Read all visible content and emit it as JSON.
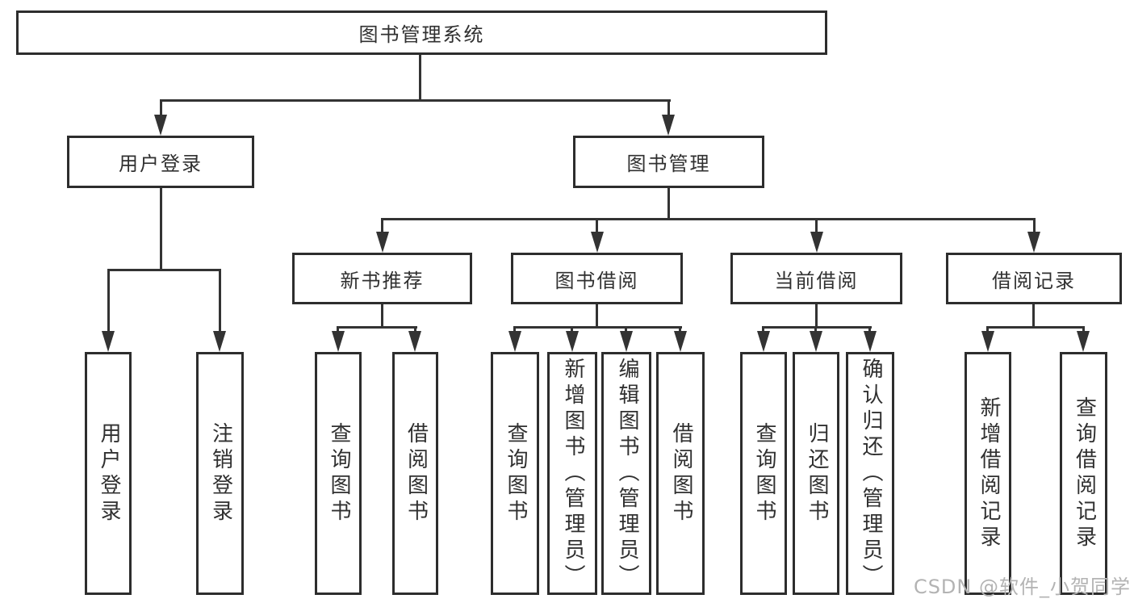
{
  "tree": {
    "label": "图书管理系统",
    "children": [
      {
        "label": "用户登录",
        "children": [
          {
            "label": "用户登录"
          },
          {
            "label": "注销登录"
          }
        ]
      },
      {
        "label": "图书管理",
        "children": [
          {
            "label": "新书推荐",
            "children": [
              {
                "label": "查询图书"
              },
              {
                "label": "借阅图书"
              }
            ]
          },
          {
            "label": "图书借阅",
            "children": [
              {
                "label": "查询图书"
              },
              {
                "label": "新增图书（管理员）"
              },
              {
                "label": "编辑图书（管理员）"
              },
              {
                "label": "借阅图书"
              }
            ]
          },
          {
            "label": "当前借阅",
            "children": [
              {
                "label": "查询图书"
              },
              {
                "label": "归还图书"
              },
              {
                "label": "确认归还（管理员）"
              }
            ]
          },
          {
            "label": "借阅记录",
            "children": [
              {
                "label": "新增借阅记录"
              },
              {
                "label": "查询借阅记录"
              }
            ]
          }
        ]
      }
    ]
  },
  "watermark": "CSDN @软件_小贺同学",
  "colors": {
    "box_border": "#2d2d2d",
    "connector": "#333333",
    "text": "#303030",
    "watermark": "#b3b3b3",
    "background": "#ffffff"
  }
}
